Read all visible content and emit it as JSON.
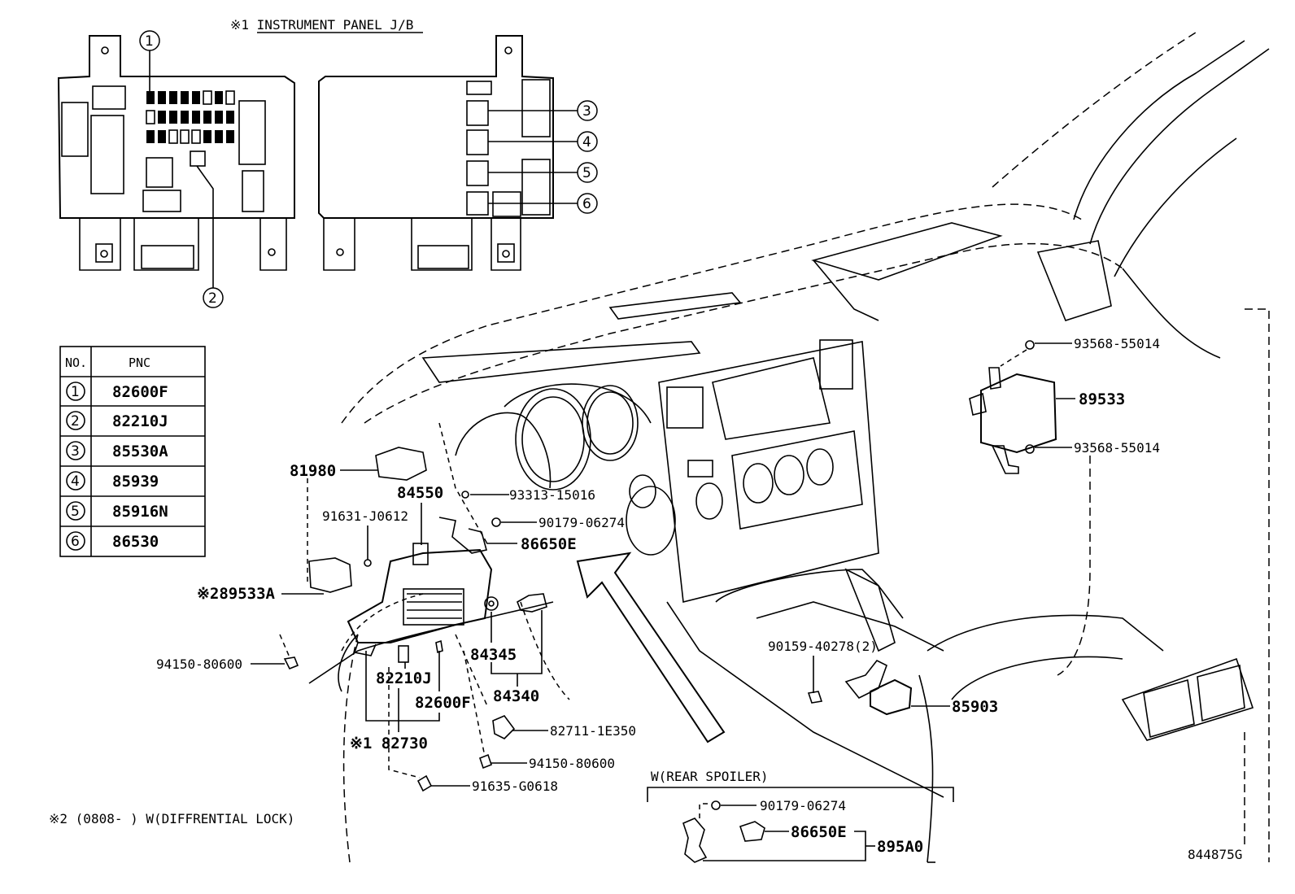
{
  "header": {
    "note1": "※1 INSTRUMENT PANEL J/B"
  },
  "table": {
    "headers": [
      "NO.",
      "PNC"
    ],
    "rows": [
      {
        "no": "1",
        "pnc": "82600F"
      },
      {
        "no": "2",
        "pnc": "82210J"
      },
      {
        "no": "3",
        "pnc": "85530A"
      },
      {
        "no": "4",
        "pnc": "85939"
      },
      {
        "no": "5",
        "pnc": "85916N"
      },
      {
        "no": "6",
        "pnc": "86530"
      }
    ]
  },
  "callouts": {
    "c1": "1",
    "c2": "2",
    "c3": "3",
    "c4": "4",
    "c5": "5",
    "c6": "6"
  },
  "parts": {
    "p81980": "81980",
    "p84550": "84550",
    "p93313": "93313-15016",
    "p91631": "91631-J0612",
    "p90179a": "90179-06274",
    "p86650a": "86650E",
    "p89533a": "※289533A",
    "p94150a": "94150-80600",
    "p84345": "84345",
    "p84340": "84340",
    "p82210": "82210J",
    "p82600": "82600F",
    "p82730": "※1 82730",
    "p82711": "82711-1E350",
    "p94150b": "94150-80600",
    "p91635": "91635-G0618",
    "p93568a": "93568-55014",
    "p89533": "89533",
    "p93568b": "93568-55014",
    "p90159": "90159-40278(2)",
    "p85903": "85903",
    "p90179b": "90179-06274",
    "p86650b": "86650E",
    "p895a0": "895A0"
  },
  "notes": {
    "rear_spoiler": "W(REAR SPOILER)",
    "note2": "※2 (0808-    ) W(DIFFRENTIAL LOCK)",
    "drawing_id": "844875G"
  }
}
